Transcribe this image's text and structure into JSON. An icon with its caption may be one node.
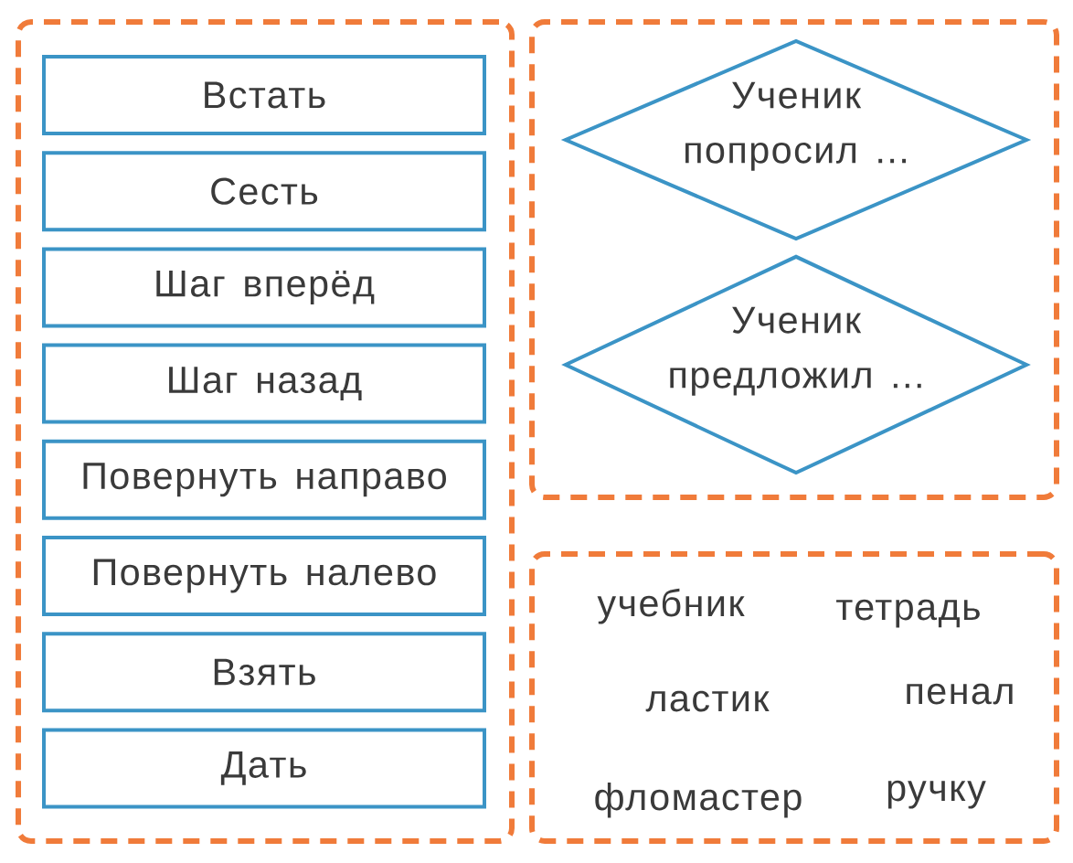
{
  "diagram": {
    "nodes": [
      {
        "text": [],
        "shape": "box"
      },
      {
        "text": [
          "Встать"
        ],
        "in": 0
      },
      {
        "text": [
          "Сесть"
        ],
        "in": 0
      },
      {
        "text": [
          "Шаг вперёд"
        ],
        "in": 0
      },
      {
        "text": [
          "Шаг назад"
        ],
        "in": 0
      },
      {
        "text": [
          "Повернуть направо"
        ],
        "in": 0
      },
      {
        "text": [
          "Повернуть налево"
        ],
        "in": 0
      },
      {
        "text": [
          "Взять"
        ],
        "in": 0
      },
      {
        "text": [
          "Дать"
        ],
        "in": 0
      },
      {
        "text": [],
        "shape": "box"
      },
      {
        "text": [
          "Ученик попросил ..."
        ],
        "in": 9
      },
      {
        "text": [
          "Ученик предложил ..."
        ],
        "in": 9
      },
      {
        "text": [],
        "shape": "box"
      }
    ],
    "labels": [
      "учебник",
      "тетрадь",
      "ластик",
      "пенал",
      "фломастер",
      "ручку"
    ]
  }
}
